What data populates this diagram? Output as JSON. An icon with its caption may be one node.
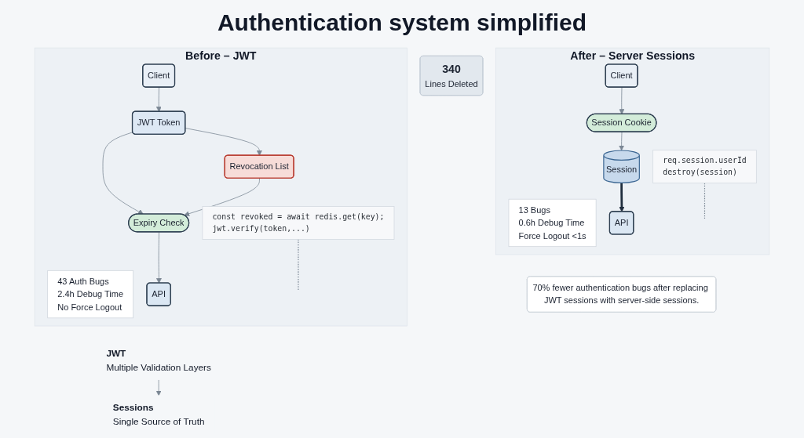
{
  "diagram": {
    "title": "Authentication system simplified",
    "nodes": [
      {
        "text": [
          "Before – JWT"
        ]
      },
      {
        "text": [
          "const revoked = await redis.get(key);",
          "jwt.verify(token,...)"
        ],
        "in": 0
      },
      {
        "text": [
          "43 Auth Bugs",
          "2.4h Debug Time",
          "No Force Logout"
        ],
        "in": 0
      },
      {
        "text": [
          "Client"
        ],
        "in": 0
      },
      {
        "text": [
          "JWT Token"
        ],
        "in": 0
      },
      {
        "text": [
          "Revocation List"
        ],
        "in": 0
      },
      {
        "text": [
          "Expiry Check"
        ],
        "in": 0
      },
      {
        "text": [
          "API"
        ],
        "in": 0
      },
      {
        "text": [
          "340",
          "Lines Deleted"
        ]
      },
      {
        "text": [
          "After – Server Sessions"
        ]
      },
      {
        "text": [
          "req.session.userId",
          "destroy(session)"
        ],
        "in": 9
      },
      {
        "text": [
          "13 Bugs",
          "0.6h Debug Time",
          "Force Logout <1s"
        ],
        "in": 9
      },
      {
        "text": [
          "Client"
        ],
        "in": 9
      },
      {
        "text": [
          "Session Cookie"
        ],
        "in": 9
      },
      {
        "text": [
          "Session"
        ],
        "in": 9
      },
      {
        "text": [
          "API"
        ],
        "in": 9
      },
      {
        "text": [
          "JWT",
          "Multiple Validation Layers"
        ]
      },
      {
        "text": [
          "Sessions",
          "Single Source of Truth"
        ]
      },
      {
        "text": [
          "70% fewer authentication bugs after replacing JWT sessions with server-side sessions."
        ]
      }
    ],
    "edges": [
      {
        "from": 3,
        "to": 4,
        "arrow": "to"
      },
      {
        "from": 4,
        "to": 5,
        "arrow": "to"
      },
      {
        "from": 4,
        "to": 6,
        "arrow": "to"
      },
      {
        "from": 5,
        "to": 6,
        "arrow": "to"
      },
      {
        "from": 6,
        "to": 7,
        "arrow": "to"
      },
      {
        "from": 1,
        "to": null,
        "arrow": "none",
        "style": "dashed"
      },
      {
        "from": 12,
        "to": 13,
        "arrow": "to"
      },
      {
        "from": 13,
        "to": 14,
        "arrow": "to"
      },
      {
        "from": 14,
        "to": 15,
        "arrow": "to",
        "style": "thick",
        "color": "#1f2d3d"
      },
      {
        "from": 10,
        "to": null,
        "arrow": "none",
        "style": "dashed"
      },
      {
        "from": 16,
        "to": 17,
        "arrow": "to"
      }
    ]
  }
}
